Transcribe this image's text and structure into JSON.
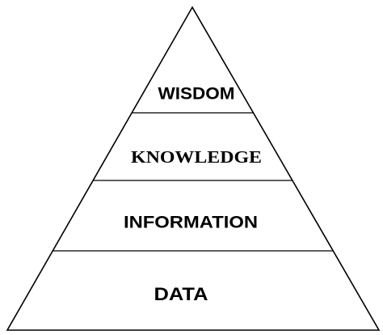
{
  "diagram": {
    "tiers": [
      {
        "id": "wisdom",
        "label": "WISDOM"
      },
      {
        "id": "knowledge",
        "label": "KNOWLEDGE"
      },
      {
        "id": "information",
        "label": "INFORMATION"
      },
      {
        "id": "data",
        "label": "DATA"
      }
    ],
    "colors": {
      "stroke": "#000000",
      "fill": "#ffffff",
      "text": "#000000"
    }
  }
}
